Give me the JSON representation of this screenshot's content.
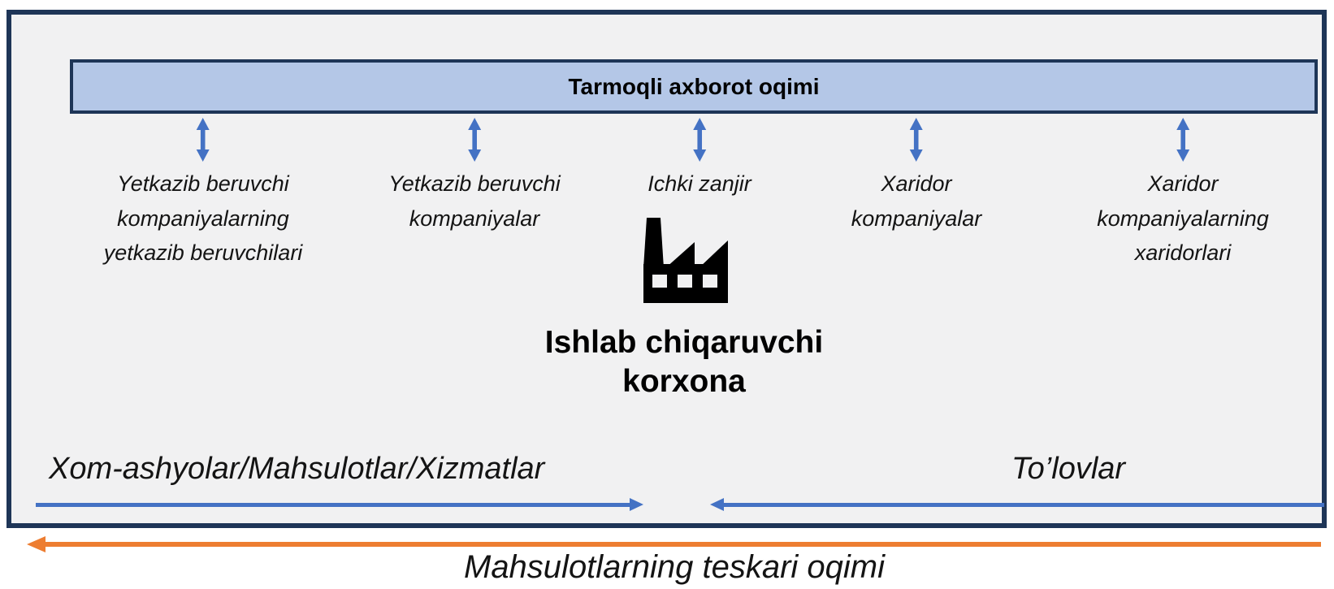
{
  "diagram": {
    "colors": {
      "box_fill": "#f1f1f2",
      "box_border": "#1e3557",
      "header_fill": "#b4c7e7",
      "header_border": "#1e3557",
      "arrow_blue": "#4472c4",
      "arrow_orange": "#ed7d31",
      "text": "#111111"
    },
    "header": {
      "label": "Tarmoqli axborot oqimi"
    },
    "chain_nodes": [
      {
        "label": "Yetkazib beruvchi\nkompaniyalarning\nyetkazib beruvchilari"
      },
      {
        "label": "Yetkazib beruvchi\nkompaniyalar"
      },
      {
        "label": "Ichki zanjir"
      },
      {
        "label": "Xaridor\nkompaniyalar"
      },
      {
        "label": "Xaridor\nkompaniyalarning\nxaridorlari"
      }
    ],
    "producer": {
      "label": "Ishlab chiqaruvchi\nkorxona",
      "icon": "factory-icon"
    },
    "forward_flow": {
      "label": "Xom-ashyolar/Mahsulotlar/Xizmatlar",
      "direction": "right"
    },
    "payment_flow": {
      "label": "To’lovlar",
      "direction": "left"
    },
    "reverse_flow": {
      "label": "Mahsulotlarning teskari oqimi",
      "direction": "left"
    }
  }
}
